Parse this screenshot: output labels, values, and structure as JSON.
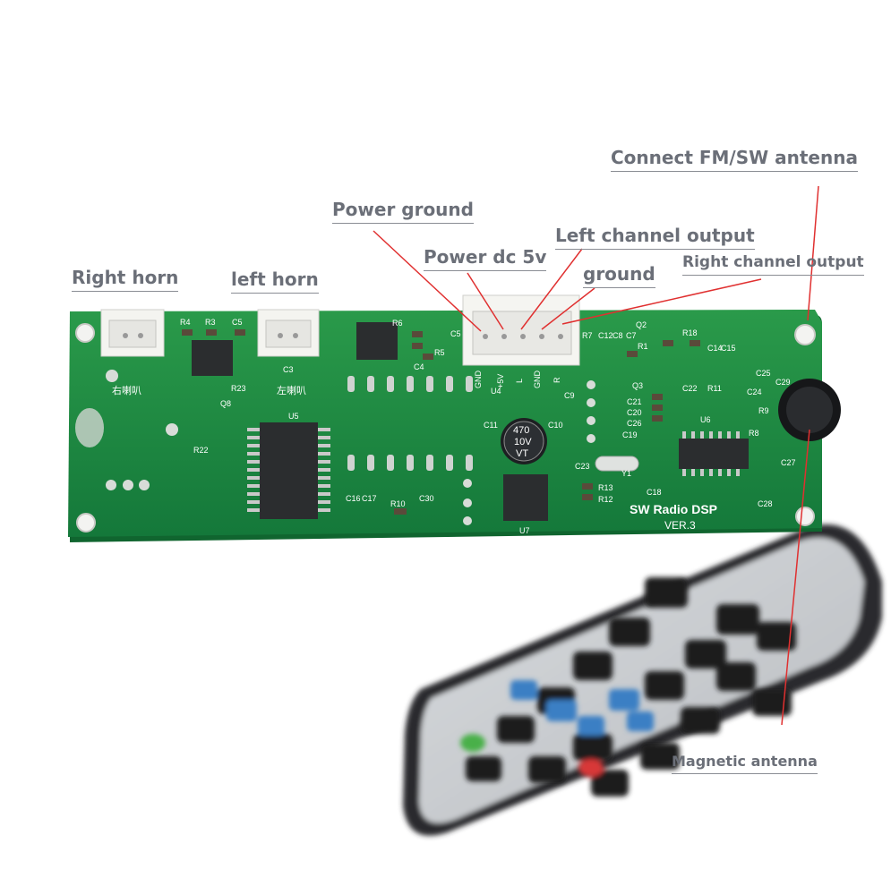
{
  "labels": {
    "connect_antenna": "Connect FM/SW antenna",
    "power_ground": "Power ground",
    "left_channel_output": "Left channel output",
    "power_dc": "Power dc 5v",
    "ground": "ground",
    "right_channel_output": "Right channel output",
    "right_horn": "Right horn",
    "left_horn": "left horn",
    "magnetic_antenna": "Magnetic antenna"
  },
  "board": {
    "title": "SW Radio DSP",
    "version": "VER.3",
    "cap_value_1": "470",
    "cap_value_2": "10V",
    "cap_value_3": "VT",
    "right_speaker_cn": "右喇叭",
    "left_speaker_cn": "左喇叭",
    "pins": [
      "GND",
      "+5V",
      "L",
      "GND",
      "R"
    ],
    "refs": {
      "r4": "R4",
      "r3": "R3",
      "c5a": "C5",
      "r6": "R6",
      "c5b": "C5",
      "r5": "R5",
      "c4": "C4",
      "r23": "R23",
      "q8": "Q8",
      "r22": "R22",
      "c3": "C3",
      "u5": "U5",
      "u4": "U4",
      "c11": "C11",
      "c9": "C9",
      "c10": "C10",
      "r7": "R7",
      "c12": "C12",
      "c8": "C8",
      "c7": "C7",
      "q2": "Q2",
      "r18": "R18",
      "r1": "R1",
      "c14": "C14",
      "c15": "C15",
      "q3": "Q3",
      "c22": "C22",
      "r11": "R11",
      "c21": "C21",
      "c20": "C20",
      "c26": "C26",
      "c19": "C19",
      "u6": "U6",
      "c25": "C25",
      "c24": "C24",
      "r9": "R9",
      "c29": "C29",
      "r8": "R8",
      "c27": "C27",
      "c16": "C16",
      "c17": "C17",
      "r10": "R10",
      "c30": "C30",
      "c23": "C23",
      "y1": "Y1",
      "r13": "R13",
      "r12": "R12",
      "c18": "C18",
      "c28": "C28",
      "u7": "U7"
    }
  },
  "colors": {
    "label_text": "#6b6f78",
    "pcb_green": "#1e8a3e",
    "leader_red": "#e03030",
    "remote_body": "#c9cccf",
    "remote_buttons": "#1a1c1f",
    "remote_blue": "#3b7fc4"
  }
}
